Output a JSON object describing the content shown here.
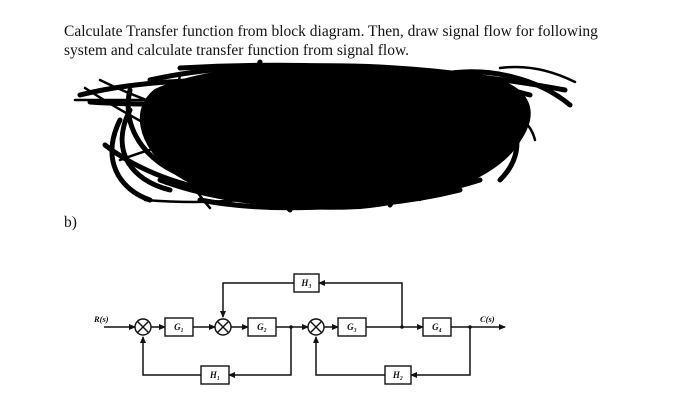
{
  "question": {
    "line1": "Calculate Transfer function from block diagram. Then, draw signal flow for following",
    "line2": "system and calculate transfer function from signal flow."
  },
  "part_b": "b)",
  "diagram": {
    "input_label": "R(s)",
    "output_label": "C(s)",
    "blocks": {
      "g1": "G₁",
      "g2": "G₂",
      "g3": "G₃",
      "g4": "G₄",
      "h1": "H₁",
      "h2": "H₂",
      "h3": "H₃"
    }
  }
}
